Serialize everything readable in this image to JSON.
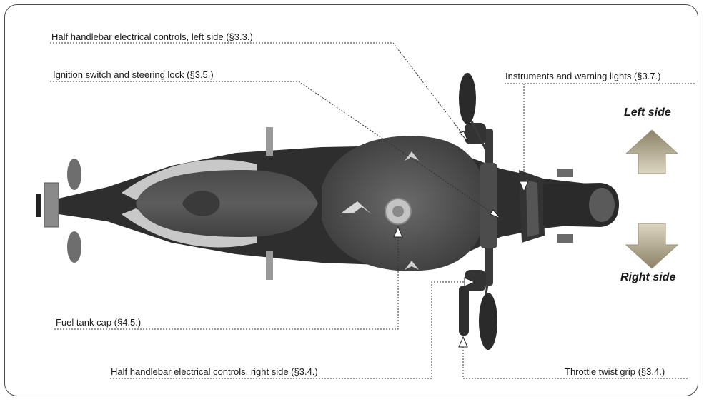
{
  "labels": {
    "left_controls": "Half handlebar electrical controls, left side (§3.3.)",
    "ignition": "Ignition switch and steering lock (§3.5.)",
    "instruments": "Instruments and warning lights (§3.7.)",
    "fuel_cap": "Fuel tank cap (§4.5.)",
    "right_controls": "Half handlebar electrical controls, right side (§3.4.)",
    "throttle": "Throttle twist grip (§3.4.)"
  },
  "sides": {
    "left": "Left side",
    "right": "Right side"
  },
  "colors": {
    "frame": "#4a4a4a",
    "leader": "#333333",
    "arrow_fill": "#b8ad92"
  }
}
